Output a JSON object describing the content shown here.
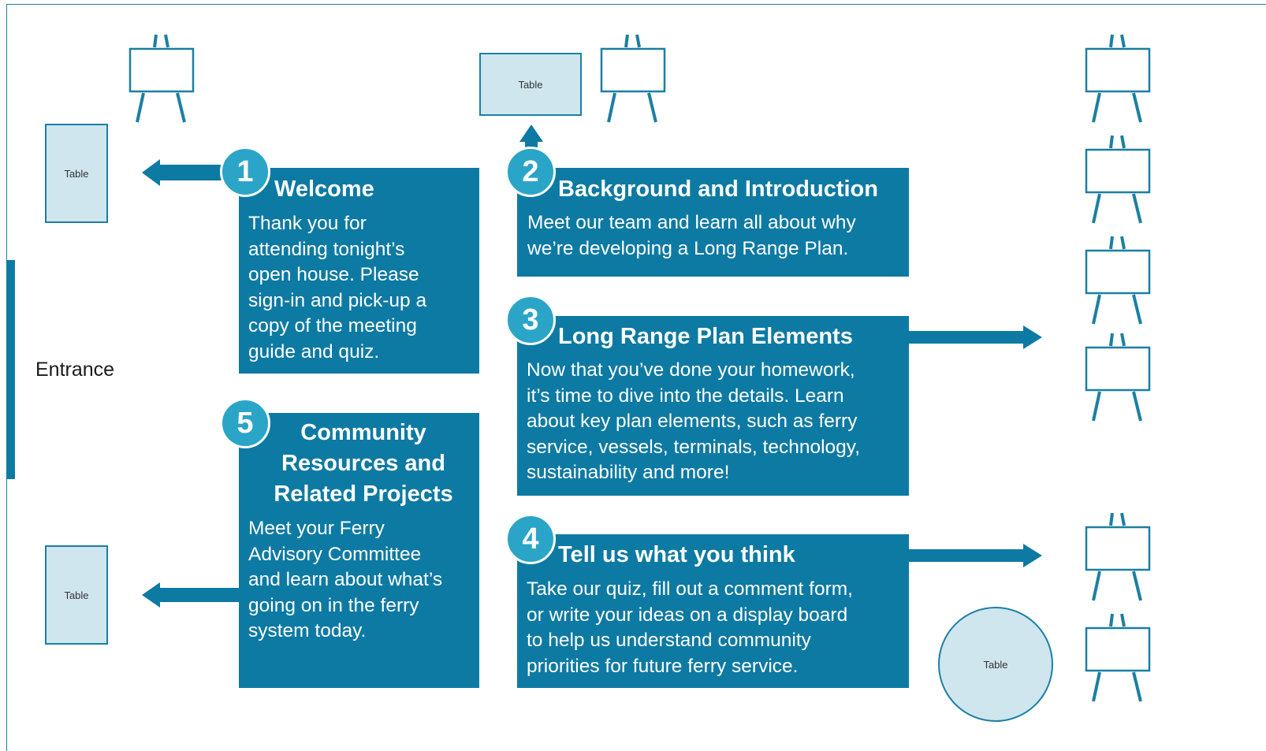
{
  "entrance_label": "Entrance",
  "stations": [
    {
      "number": "1",
      "title": "Welcome",
      "body": "Thank you for\nattending tonight’s\nopen house. Please\nsign-in and pick-up a\ncopy of the meeting\nguide and quiz."
    },
    {
      "number": "2",
      "title": "Background and Introduction",
      "body": "Meet our team and learn all about why\nwe’re developing a Long Range Plan."
    },
    {
      "number": "3",
      "title": "Long Range Plan Elements",
      "body": "Now that you’ve done your homework,\nit’s time to dive into the details. Learn\nabout key plan elements, such as ferry\nservice, vessels, terminals, technology,\nsustainability and more!"
    },
    {
      "number": "4",
      "title": "Tell us what you think",
      "body": "Take our quiz, fill out a comment form,\nor write your ideas on a display board\nto help us understand community\npriorities for future ferry service."
    },
    {
      "number": "5",
      "title": "Community\nResources and\nRelated Projects",
      "body": "Meet your Ferry\nAdvisory Committee\nand learn about what’s\ngoing on in the ferry\nsystem today."
    }
  ],
  "table_label": "Table",
  "colors": {
    "station_box": "#0d7aa3",
    "badge": "#2aa5c7",
    "table_fill": "#cfe6ef",
    "outline": "#1b7fa3"
  }
}
